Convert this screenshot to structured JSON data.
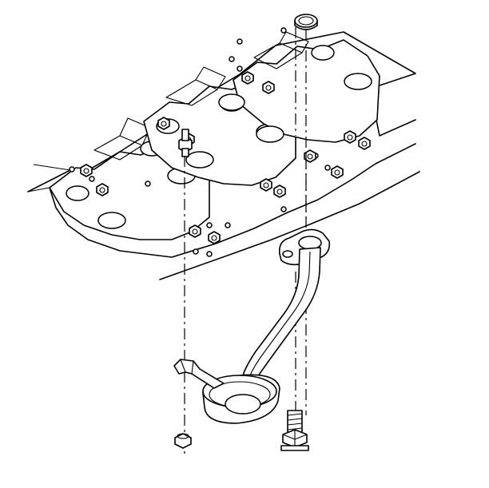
{
  "diagram": {
    "title": "",
    "parts": [
      {
        "id": "oil-pan-gasket-surface",
        "label": ""
      },
      {
        "id": "oil-pump-pickup-tube",
        "label": ""
      },
      {
        "id": "pickup-seal",
        "label": ""
      },
      {
        "id": "pickup-bracket-nut",
        "label": ""
      },
      {
        "id": "pickup-bolt",
        "label": ""
      },
      {
        "id": "stud",
        "label": ""
      }
    ]
  }
}
